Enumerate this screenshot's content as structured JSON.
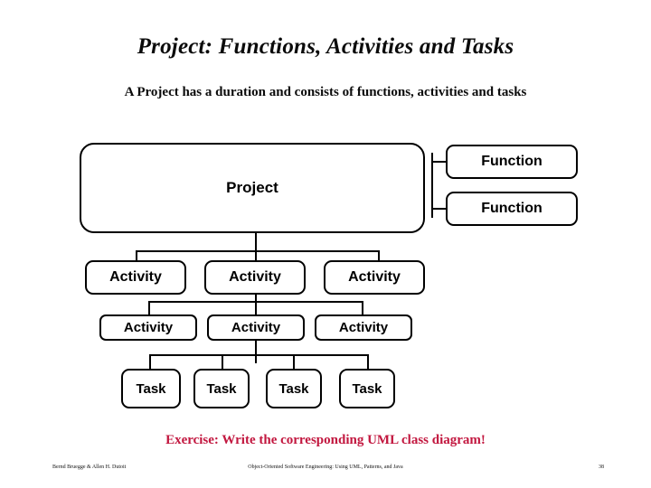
{
  "slide": {
    "title": "Project: Functions, Activities and Tasks",
    "subtitle": "A Project has a duration and consists of functions, activities and tasks",
    "exercise_note": "Exercise: Write the corresponding UML class diagram!",
    "title_color": "#0b0b0b",
    "exercise_color": "#c2173f",
    "background_color": "#ffffff",
    "line_color": "#000000"
  },
  "diagram": {
    "type": "hierarchy-tree",
    "project": {
      "label": "Project"
    },
    "functions": [
      {
        "label": "Function"
      },
      {
        "label": "Function"
      }
    ],
    "activities_row1": [
      {
        "label": "Activity"
      },
      {
        "label": "Activity"
      },
      {
        "label": "Activity"
      }
    ],
    "activities_row2": [
      {
        "label": "Activity"
      },
      {
        "label": "Activity"
      },
      {
        "label": "Activity"
      }
    ],
    "tasks": [
      {
        "label": "Task"
      },
      {
        "label": "Task"
      },
      {
        "label": "Task"
      },
      {
        "label": "Task"
      }
    ]
  },
  "footer": {
    "authors": "Bernd Bruegge & Allen H. Dutoit",
    "book": "Object-Oriented Software Engineering: Using UML, Patterns, and Java",
    "page_number": "38"
  }
}
